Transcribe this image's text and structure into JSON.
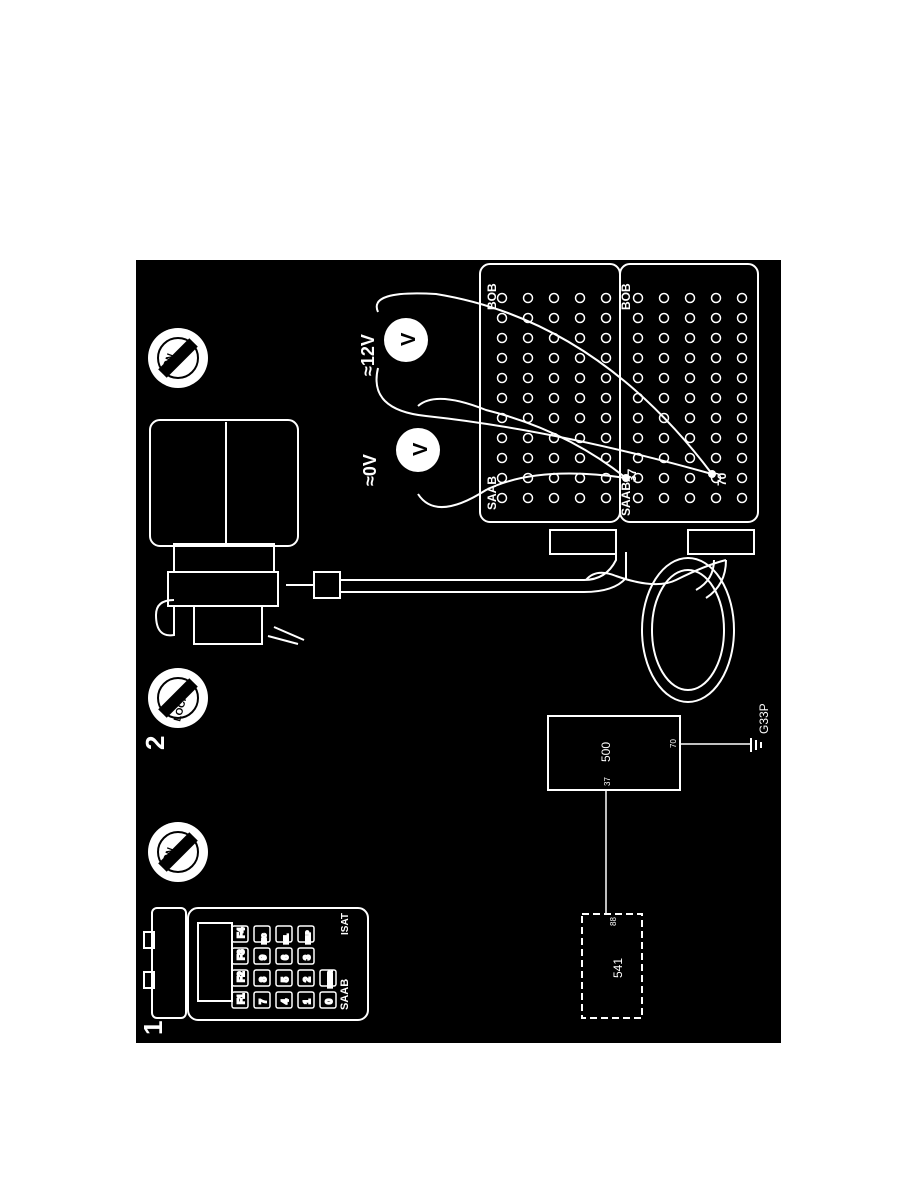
{
  "steps": [
    "1",
    "2"
  ],
  "ignition": {
    "on_label": "ON",
    "lock_label": "LOCK"
  },
  "isat": {
    "brand": "SAAB",
    "model": "ISAT",
    "keys": [
      "F1",
      "F2",
      "F3",
      "F4",
      "7",
      "8",
      "9",
      "ESC",
      "4",
      "5",
      "6",
      "DEL",
      "1",
      "2",
      "3",
      "HELP",
      "0",
      "ENTER"
    ]
  },
  "meters": [
    {
      "reading": "≈0V",
      "symbol": "V"
    },
    {
      "reading": "≈12V",
      "symbol": "V"
    }
  ],
  "breakout_boxes": [
    {
      "label_a": "SAAB",
      "label_b": "BOB",
      "pin": "37"
    },
    {
      "label_a": "SAAB",
      "label_b": "BOB",
      "pin": "70"
    }
  ],
  "schematic": {
    "component_a": "541",
    "component_a_pin": "88",
    "component_b": "500",
    "component_b_pin_a": "37",
    "component_b_pin_b": "70",
    "ground": "G33P"
  },
  "colors": {
    "background": "#000000",
    "line": "#ffffff",
    "page": "#ffffff"
  }
}
